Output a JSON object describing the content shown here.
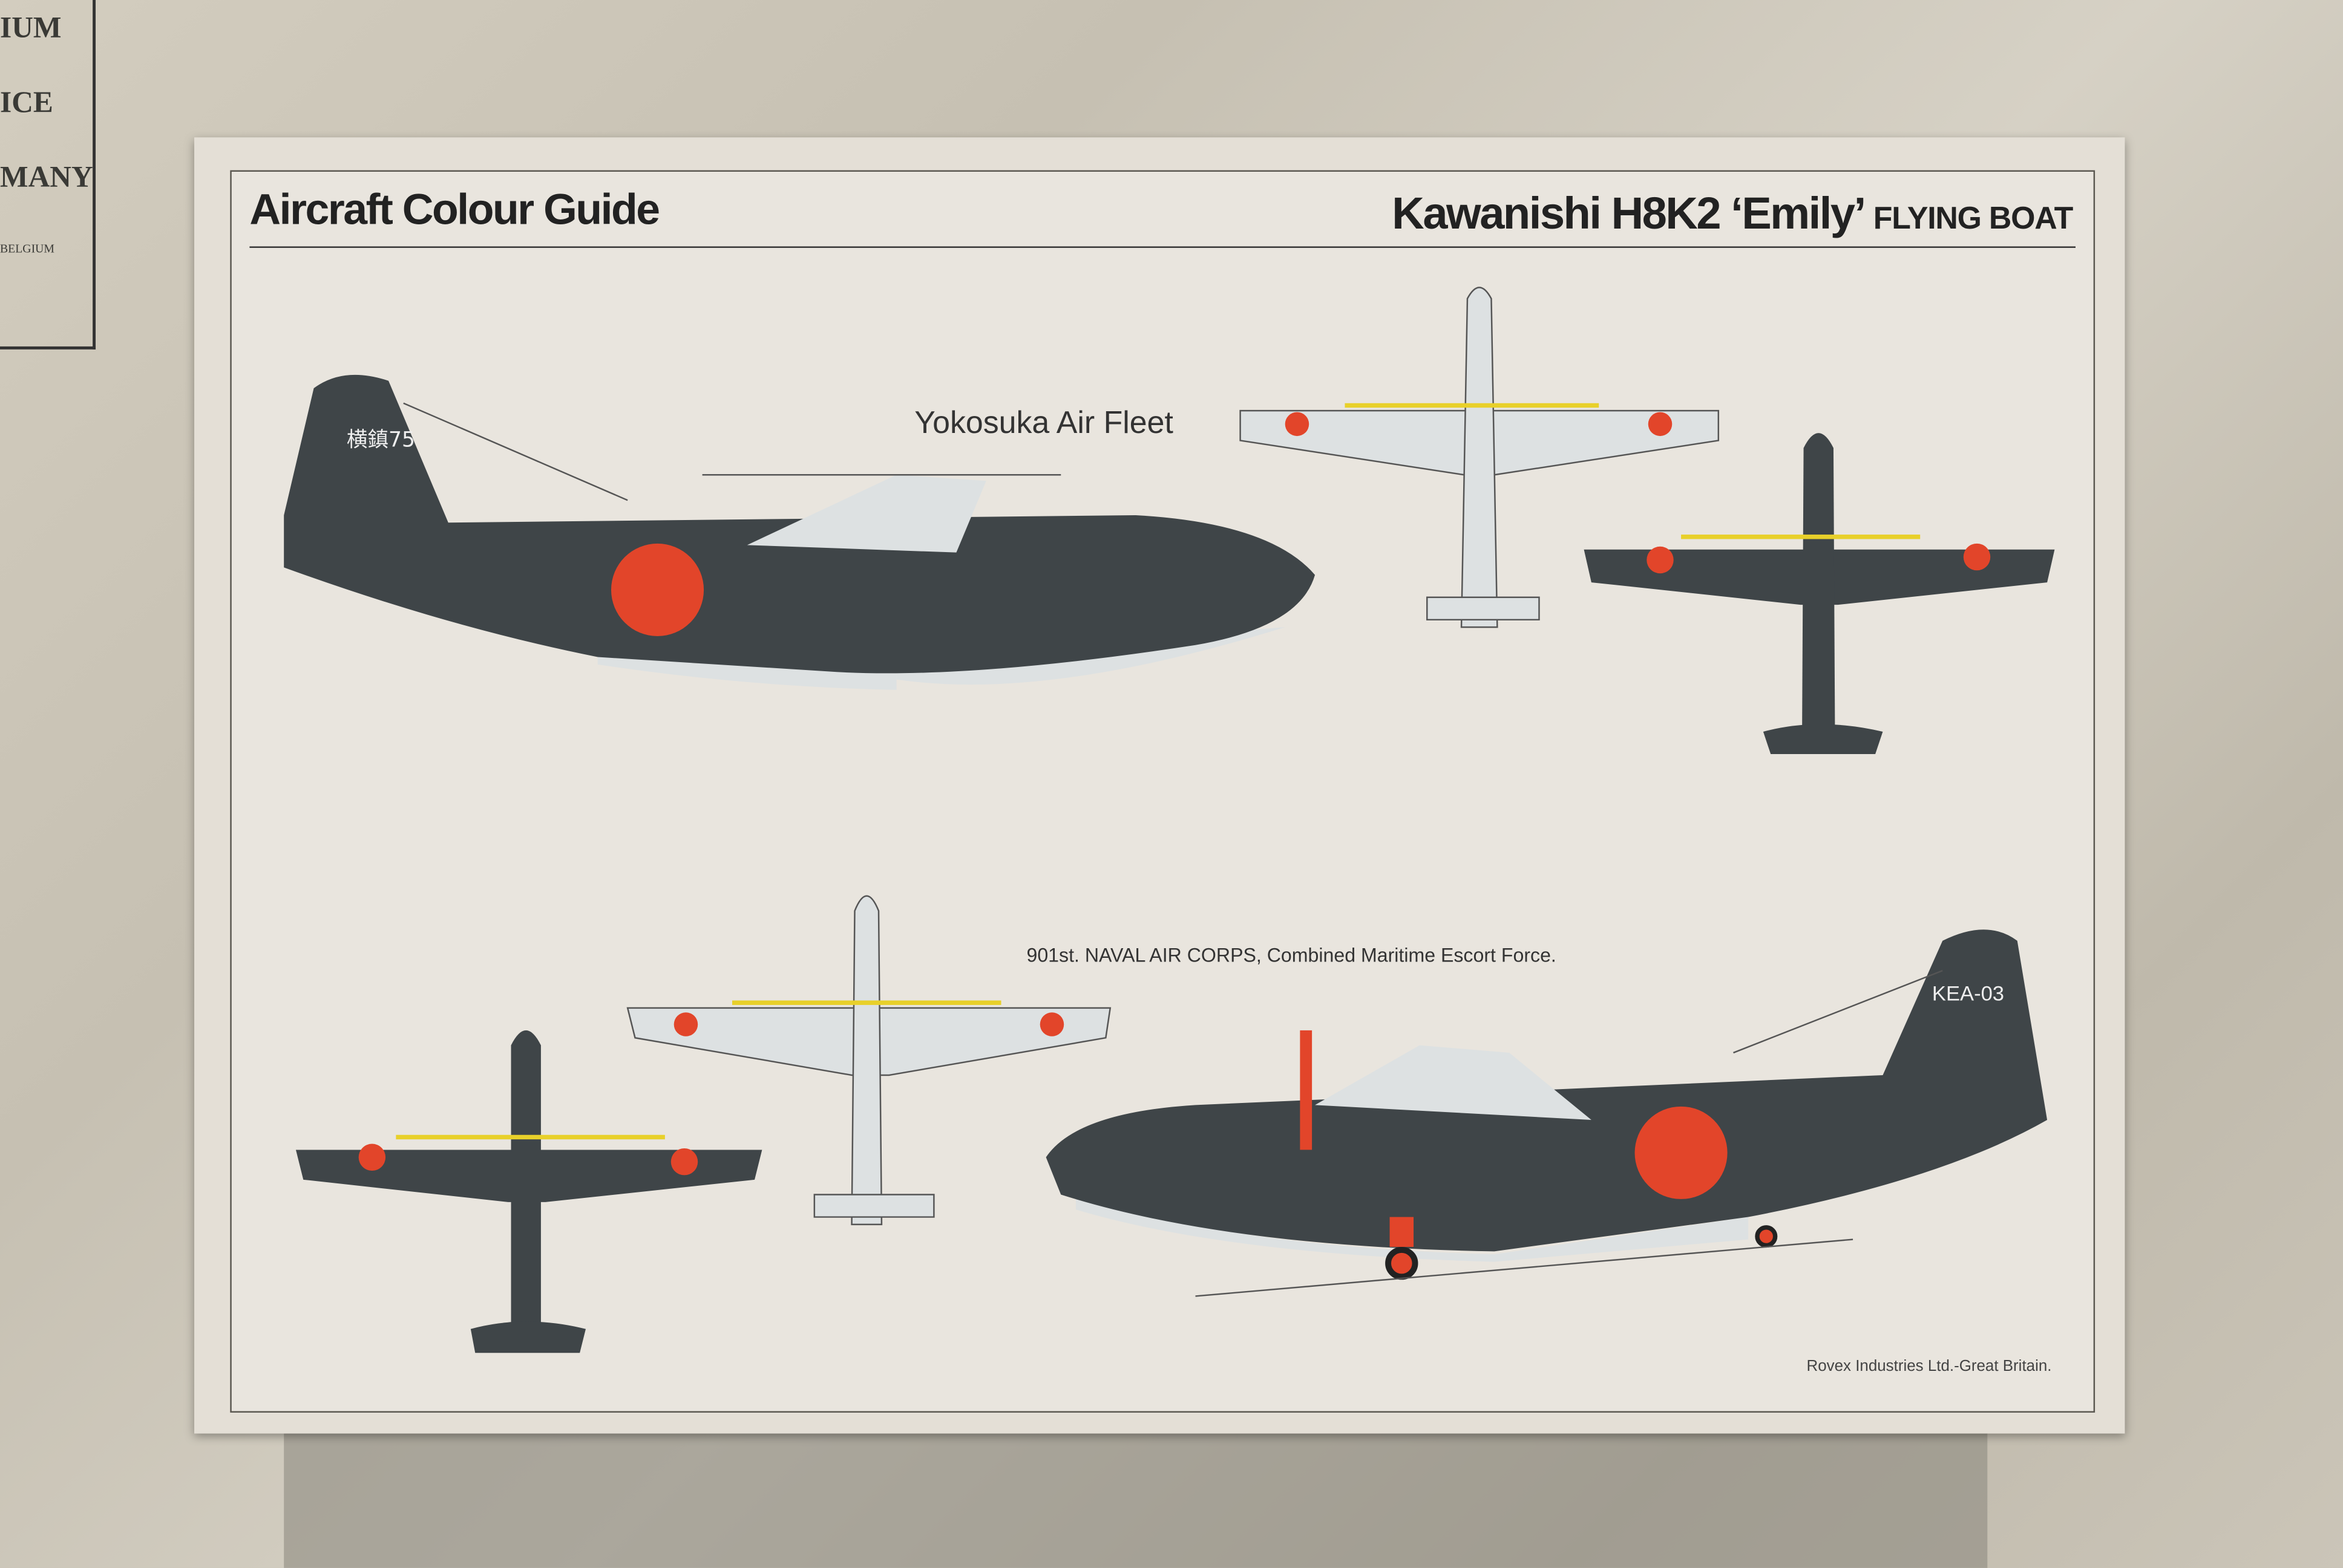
{
  "background_map": {
    "labels": [
      "IUM",
      "ICE",
      "MANY",
      "BELGIUM"
    ]
  },
  "header": {
    "left_title": "Aircraft Colour Guide",
    "right_title": "Kawanishi H8K2 ‘Emily’",
    "right_subtitle": "FLYING BOAT"
  },
  "schemes": [
    {
      "caption": "Yokosuka Air Fleet",
      "tail_code": "横鎮75"
    },
    {
      "caption": "901st.  NAVAL AIR CORPS, Combined Maritime Escort Force.",
      "tail_code": "KEA-03"
    }
  ],
  "footer": {
    "maker": "Rovex Industries Ltd.-Great Britain."
  },
  "colors": {
    "dark_green": "#3f4548",
    "hinomaru": "#e2452a",
    "light_grey": "#dde1e2",
    "yellow": "#e8d02a",
    "paper": "#e9e5de"
  }
}
